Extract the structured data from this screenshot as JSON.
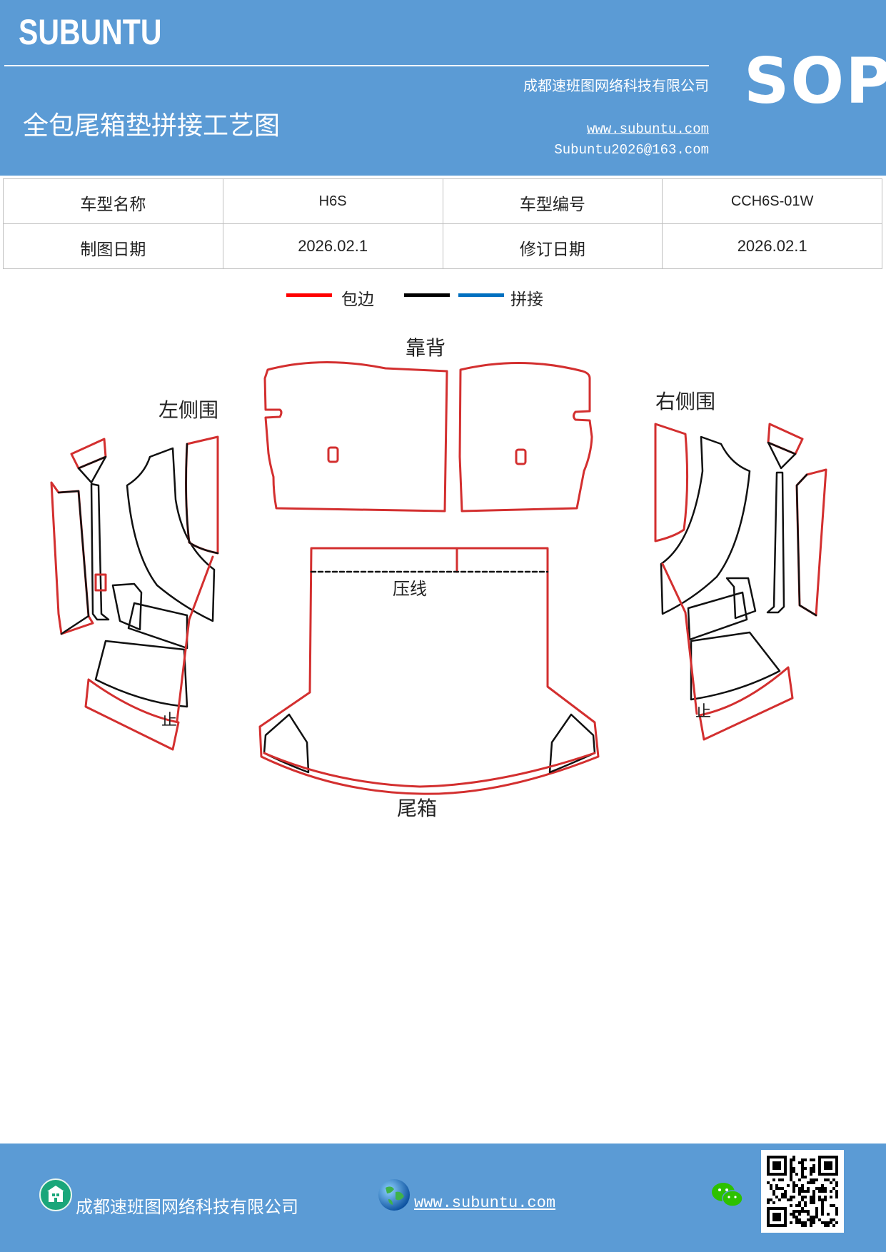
{
  "header": {
    "brand": "SUBUNTU",
    "company": "成都速班图网络科技有限公司",
    "title": "全包尾箱垫拼接工艺图",
    "website": "www.subuntu.com",
    "email": "Subuntu2026@163.com",
    "badge": "SOP"
  },
  "info_table": {
    "rows": [
      {
        "label1": "车型名称",
        "value1": "H6S",
        "label2": "车型编号",
        "value2": "CCH6S-01W"
      },
      {
        "label1": "制图日期",
        "value1": "2026.02.1",
        "label2": "修订日期",
        "value2": "2026.02.1"
      }
    ]
  },
  "legend": {
    "items": [
      {
        "label": "包边",
        "color": "#ff0000"
      },
      {
        "label": "",
        "color": "#000000"
      },
      {
        "label": "拼接",
        "color": "#0070c0"
      }
    ]
  },
  "diagram": {
    "labels": {
      "backrest": "靠背",
      "left_side": "左侧围",
      "right_side": "右侧围",
      "crease": "压线",
      "trunk": "尾箱",
      "left_stop": "止",
      "right_stop": "止"
    },
    "colors": {
      "edge": "#d32f2f",
      "seam": "#111111"
    }
  },
  "footer": {
    "company": "成都速班图网络科技有限公司",
    "website": "www.subuntu.com",
    "icons": [
      "building-icon",
      "globe-icon",
      "wechat-icon",
      "qr-code"
    ]
  }
}
